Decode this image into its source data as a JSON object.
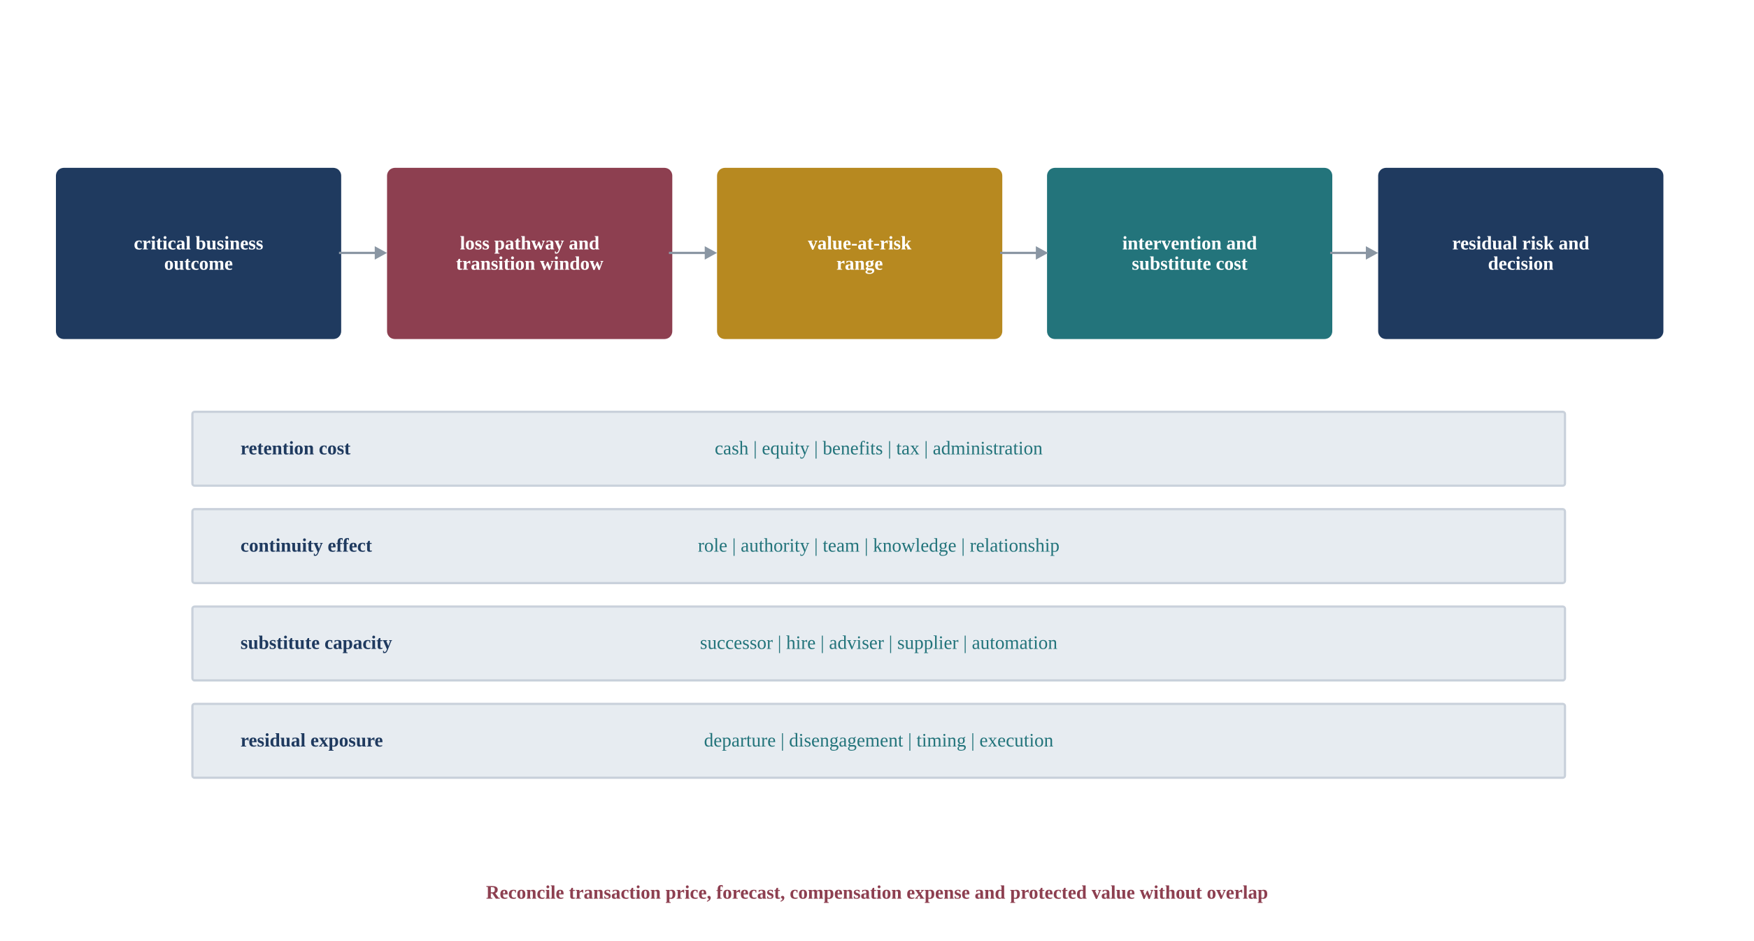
{
  "flow": [
    {
      "label": "critical business\noutcome",
      "color": "#1f3a5f"
    },
    {
      "label": "loss pathway and\ntransition window",
      "color": "#8d3f50"
    },
    {
      "label": "value-at-risk\nrange",
      "color": "#b78920"
    },
    {
      "label": "intervention and\nsubstitute cost",
      "color": "#23747b"
    },
    {
      "label": "residual risk and\ndecision",
      "color": "#1f3a5f"
    }
  ],
  "rows": [
    {
      "label": "retention cost",
      "values": "cash | equity | benefits | tax | administration"
    },
    {
      "label": "continuity effect",
      "values": "role | authority | team | knowledge | relationship"
    },
    {
      "label": "substitute capacity",
      "values": "successor | hire | adviser | supplier | automation"
    },
    {
      "label": "residual exposure",
      "values": "departure | disengagement | timing | execution"
    }
  ],
  "footer": "Reconcile transaction price, forecast, compensation expense and protected value without overlap",
  "colors": {
    "arrow": "#8a96a3",
    "row_bg": "#e7ecf1",
    "row_border": "#c9d1db"
  }
}
